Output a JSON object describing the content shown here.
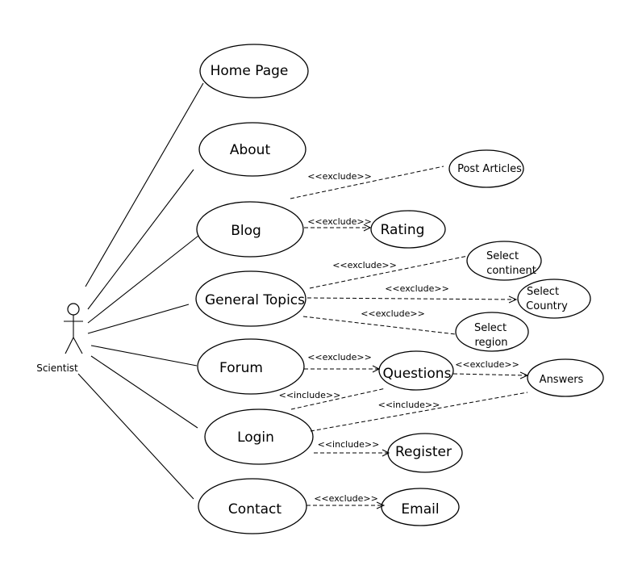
{
  "actor": {
    "label": "Scientist"
  },
  "use_cases": {
    "home_page": "Home Page",
    "about": "About",
    "blog": "Blog",
    "general_topics": "General Topics",
    "forum": "Forum",
    "login": "Login",
    "contact": "Contact",
    "post_articles": "Post Articles",
    "rating": "Rating",
    "select_continent": [
      "Select",
      "continent"
    ],
    "select_country": [
      "Select",
      "Country"
    ],
    "select_region": [
      "Select",
      "region"
    ],
    "questions": "Questions",
    "answers": "Answers",
    "register": "Register",
    "email": "Email"
  },
  "relations": {
    "exclude": "<<exclude>>",
    "include": "<<include>>"
  }
}
